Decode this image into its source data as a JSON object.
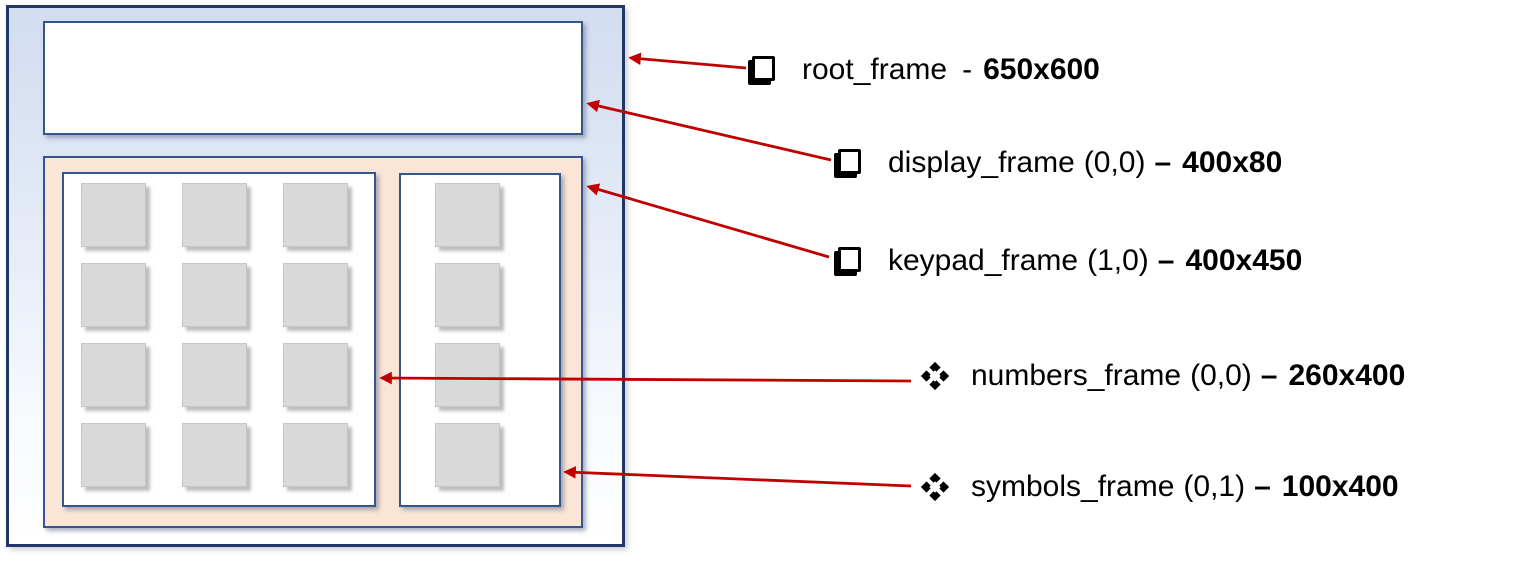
{
  "colors": {
    "arrow": "#c00000",
    "root_frame_border": "#1f3864",
    "inner_frame_border": "#35558e",
    "root_fill_top": "#d2ddf0",
    "keypad_fill": "#fbe5d6",
    "button_fill": "#d9d9d9"
  },
  "calculator": {
    "numbers_grid": {
      "rows": 4,
      "cols": 3
    },
    "symbols_grid": {
      "rows": 4,
      "cols": 1
    }
  },
  "annotations": [
    {
      "bullet_icon": "checkbox-square-icon",
      "label": "root_frame",
      "position": "",
      "dash": "-",
      "size": "650x600"
    },
    {
      "bullet_icon": "checkbox-square-icon",
      "label": "display_frame",
      "position": "(0,0)",
      "dash": "–",
      "size": "400x80"
    },
    {
      "bullet_icon": "checkbox-square-icon",
      "label": "keypad_frame",
      "position": "(1,0)",
      "dash": "–",
      "size": "400x450"
    },
    {
      "bullet_icon": "four-diamonds-icon",
      "label": "numbers_frame",
      "position": "(0,0)",
      "dash": "–",
      "size": "260x400"
    },
    {
      "bullet_icon": "four-diamonds-icon",
      "label": "symbols_frame",
      "position": "(0,1)",
      "dash": "–",
      "size": "100x400"
    }
  ]
}
